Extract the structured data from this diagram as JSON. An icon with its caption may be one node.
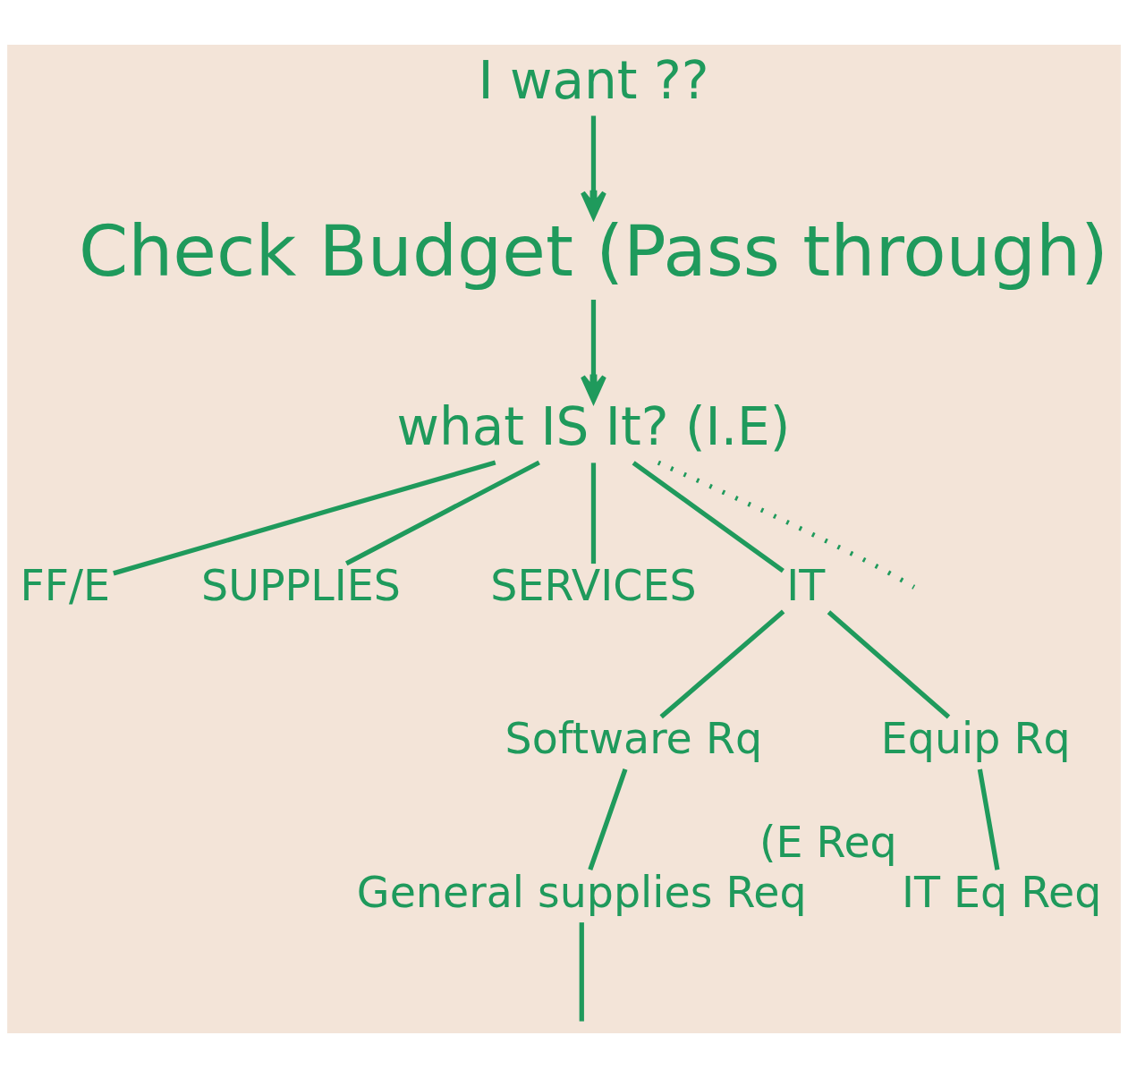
{
  "diagram": {
    "nodes": [
      {
        "text": [
          "I want ??"
        ]
      },
      {
        "text": [
          "Check Budget (Pass through)"
        ]
      },
      {
        "text": [
          "what IS It? (I.E)"
        ]
      },
      {
        "text": [
          "FF/E"
        ]
      },
      {
        "text": [
          "SUPPLIES"
        ]
      },
      {
        "text": [
          "SERVICES"
        ]
      },
      {
        "text": [
          "IT"
        ]
      },
      {
        "text": [
          "Software Rq"
        ]
      },
      {
        "text": [
          "Equip Rq"
        ]
      },
      {
        "text": [
          "General supplies Req"
        ]
      },
      {
        "text": [
          "IT Eq Req"
        ],
        "beside": [
          "(E Req"
        ]
      }
    ],
    "edges": [
      {
        "from": 0,
        "to": 1,
        "arrow": "to"
      },
      {
        "from": 1,
        "to": 2,
        "arrow": "to"
      },
      {
        "from": 2,
        "to": 3,
        "arrow": "none"
      },
      {
        "from": 2,
        "to": 4,
        "arrow": "none"
      },
      {
        "from": 2,
        "to": 5,
        "arrow": "none"
      },
      {
        "from": 2,
        "to": 6,
        "arrow": "none"
      },
      {
        "from": 2,
        "to": null,
        "arrow": "none",
        "style": "dashed"
      },
      {
        "from": 6,
        "to": 7,
        "arrow": "none"
      },
      {
        "from": 6,
        "to": 8,
        "arrow": "none"
      },
      {
        "from": 7,
        "to": 9,
        "arrow": "none"
      },
      {
        "from": 8,
        "to": 10,
        "arrow": "none"
      },
      {
        "from": 9,
        "to": null,
        "arrow": "none"
      }
    ]
  }
}
